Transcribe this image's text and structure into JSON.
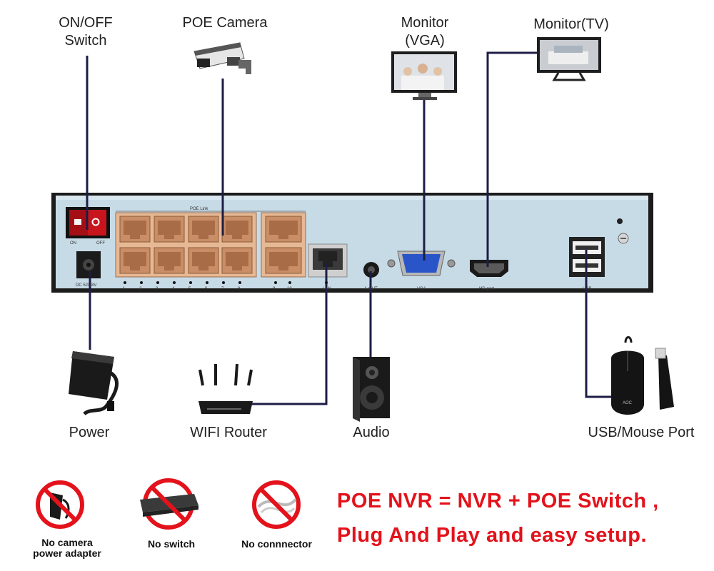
{
  "labels": {
    "onoff_line1": "ON/OFF",
    "onoff_line2": "Switch",
    "poe_camera": "POE Camera",
    "monitor_vga_line1": "Monitor",
    "monitor_vga_line2": "(VGA)",
    "monitor_tv": "Monitor(TV)",
    "power": "Power",
    "wifi_router": "WIFI Router",
    "audio": "Audio",
    "usb_mouse": "USB/Mouse Port"
  },
  "panel": {
    "on": "ON",
    "off": "OFF",
    "dc": "DC 52/48V",
    "poe_link": "POE Link",
    "port_numbers": [
      "1",
      "2",
      "3",
      "4",
      "5",
      "6",
      "7",
      "8"
    ],
    "port_9": "9",
    "port_10": "10",
    "lan": "LAN",
    "aout": "A-OUT",
    "vga": "VGA",
    "hdport": "HD-port",
    "usb": "USB",
    "mouse_brand": "AOC"
  },
  "notices": {
    "no_adapter_line1": "No camera",
    "no_adapter_line2": "power adapter",
    "no_switch": "No switch",
    "no_connector": "No connnector"
  },
  "slogan": {
    "line1": "POE NVR = NVR + POE Switch ,",
    "line2": "Plug And Play and easy setup."
  },
  "colors": {
    "panel": "#c7dbe7",
    "connector_line": "#1d1d45",
    "slogan": "#e3121b",
    "prohibit": "#e3121b"
  }
}
